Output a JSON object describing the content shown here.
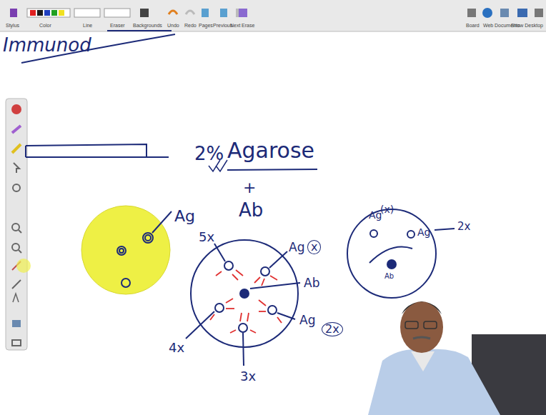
{
  "diagram": {
    "labels": [
      "Immunod",
      "2%",
      "Agarose",
      "+",
      "Ab",
      "Ag",
      "5x",
      "Ag",
      "x",
      "Ab",
      "Ag",
      "2x",
      "4x",
      "3x",
      "Ag",
      "(x)",
      "Ag",
      "2x",
      "Ab",
      "Stylus",
      "Color",
      "Line",
      "Eraser",
      "Backgrounds",
      "Undo",
      "Redo",
      "Pages",
      "Previous",
      "Next",
      "Erase",
      "Board",
      "Web",
      "Documents",
      "Show Desktop"
    ]
  }
}
